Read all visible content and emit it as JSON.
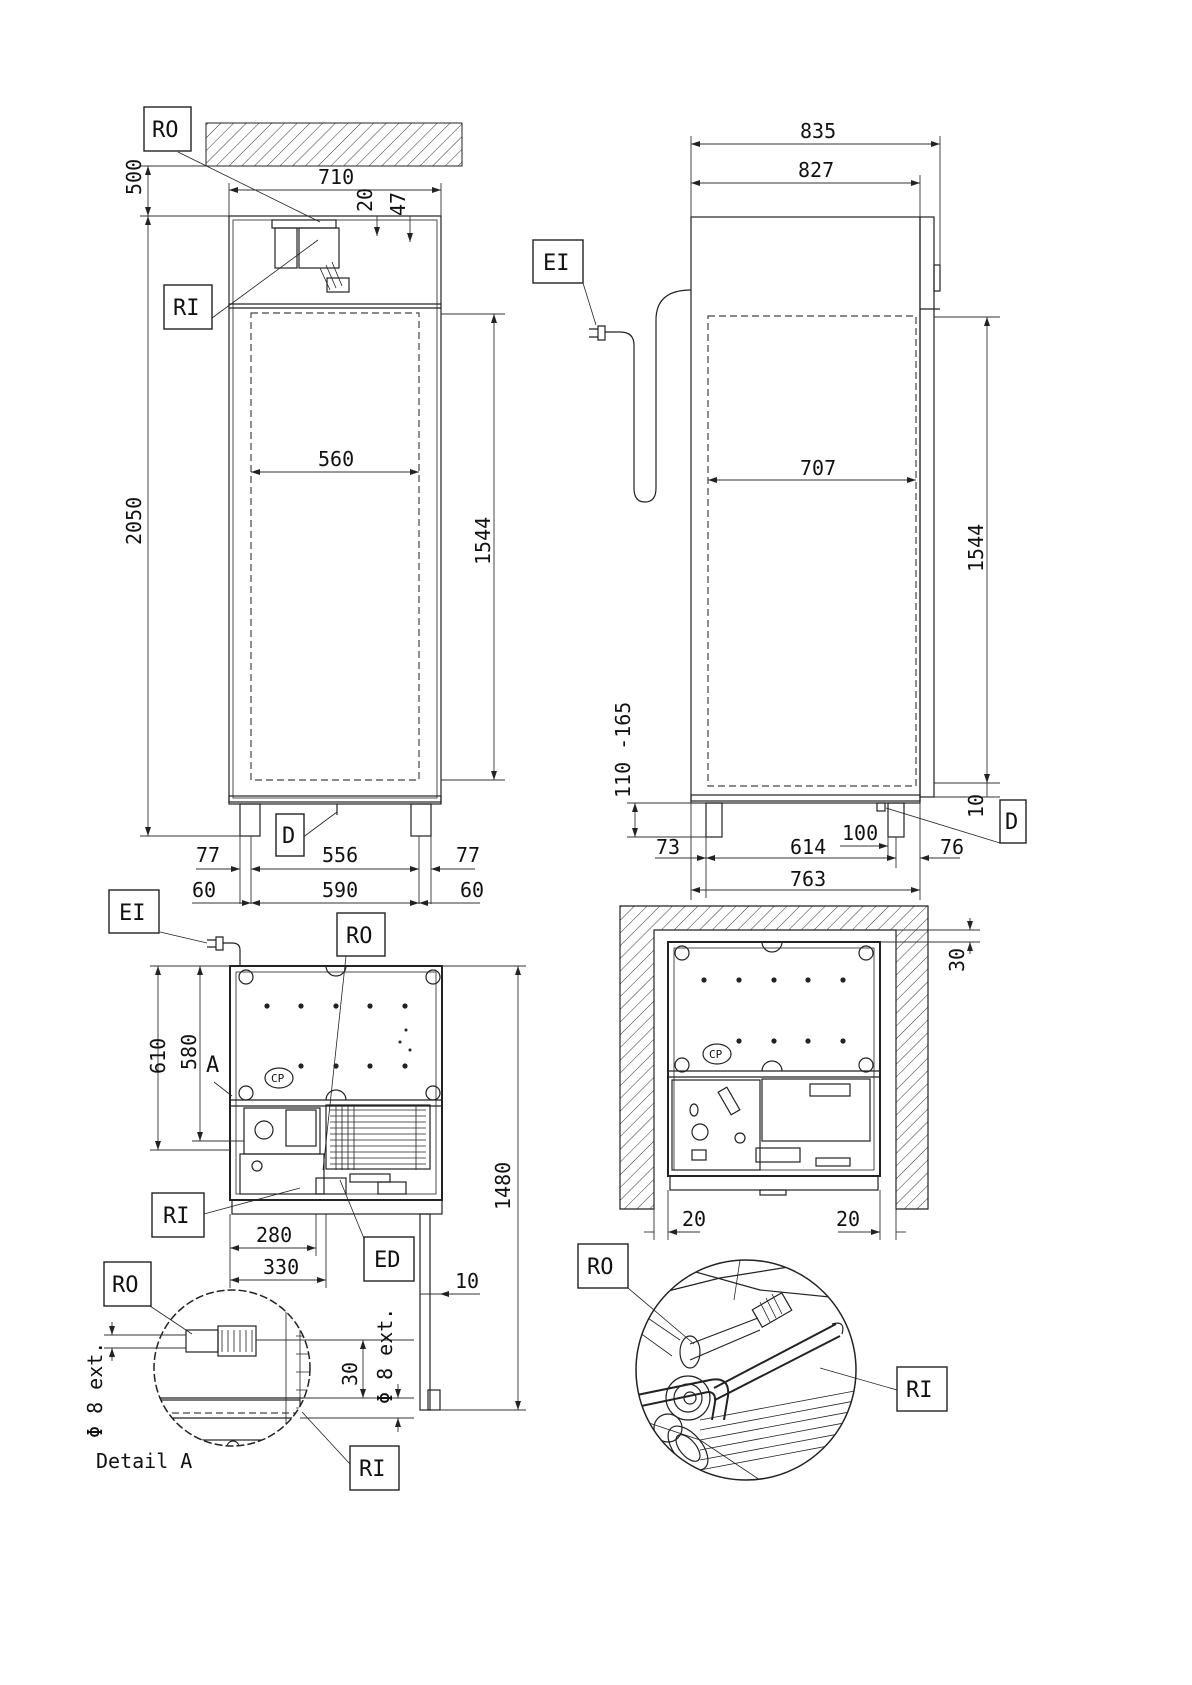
{
  "front_view": {
    "labels": {
      "ro": "RO",
      "ri": "RI",
      "d": "D"
    },
    "dims": {
      "clearance_top": "500",
      "width": "710",
      "d20": "20",
      "d47": "47",
      "height": "2050",
      "inner_width": "560",
      "inner_height": "1544",
      "foot_left": "77",
      "foot_span": "556",
      "foot_right": "77",
      "side_left": "60",
      "base_width": "590",
      "side_right": "60"
    }
  },
  "side_view": {
    "labels": {
      "ei": "EI",
      "d": "D"
    },
    "dims": {
      "overall_depth": "835",
      "body_depth": "827",
      "inner_depth": "707",
      "inner_height": "1544",
      "feet_height": "110 -165",
      "d10": "10",
      "d73": "73",
      "d614": "614",
      "d100": "100",
      "d76": "76",
      "d763": "763"
    }
  },
  "top_view": {
    "labels": {
      "ei": "EI",
      "ro": "RO",
      "ri": "RI",
      "ed": "ED",
      "a": "A",
      "cp": "CP"
    },
    "dims": {
      "d610": "610",
      "d580": "580",
      "d1480": "1480",
      "d280": "280",
      "d330": "330",
      "d10": "10"
    }
  },
  "installed_view": {
    "labels": {
      "cp": "CP"
    },
    "dims": {
      "d30": "30",
      "d20_left": "20",
      "d20_right": "20"
    }
  },
  "detail_a": {
    "title": "Detail A",
    "labels": {
      "ro": "RO",
      "ri": "RI"
    },
    "dims": {
      "ext_left": "Φ 8 ext.",
      "ext_right": "Φ 8 ext.",
      "d30": "30"
    }
  },
  "photo_detail": {
    "labels": {
      "ro": "RO",
      "ri": "RI"
    }
  }
}
